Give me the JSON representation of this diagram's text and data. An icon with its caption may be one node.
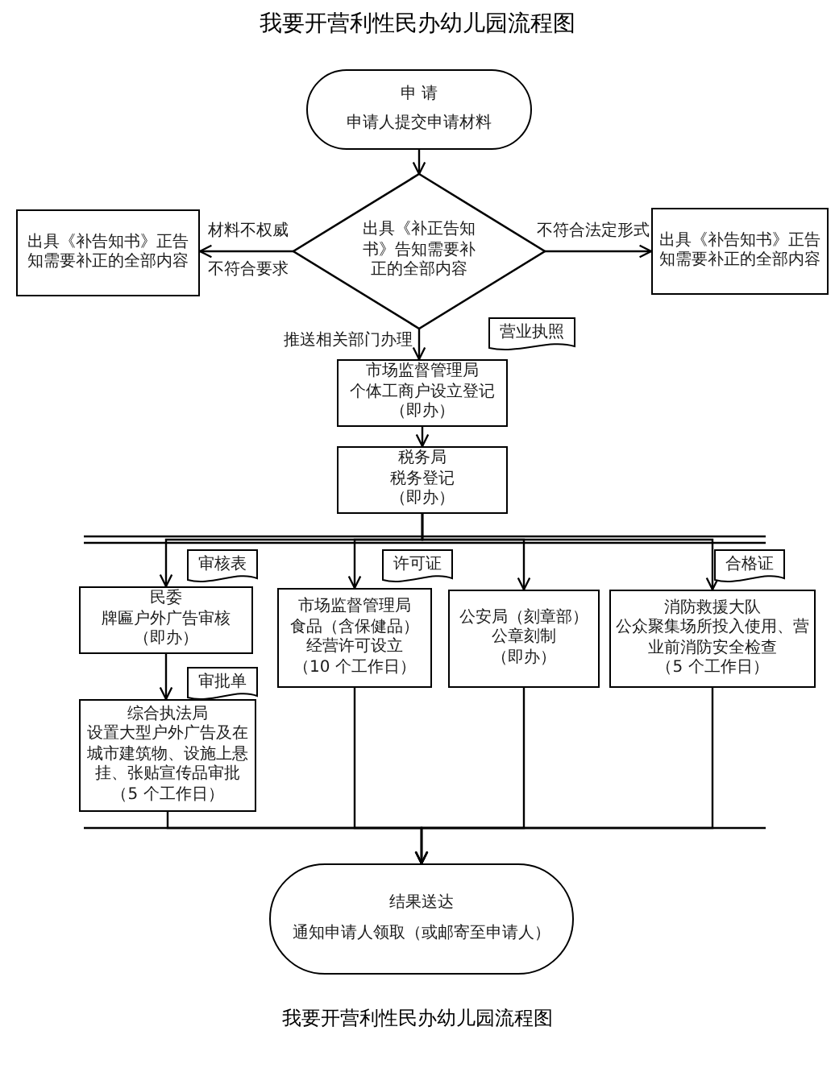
{
  "diagram": {
    "title": "我要开营利性民办幼儿园流程图",
    "caption": "我要开营利性民办幼儿园流程图",
    "nodes": [
      {
        "text": [
          "申 请",
          "申请人提交申请材料"
        ]
      },
      {
        "text": [
          "出具《补正告知书》告知需要补正的全部内容"
        ]
      },
      {
        "text": [
          "出具《补告知书》正告知需要补正的全部内容"
        ]
      },
      {
        "text": [
          "出具《补告知书》正告知需要补正的全部内容"
        ]
      },
      {
        "text": [
          "营业执照"
        ]
      },
      {
        "text": [
          "市场监督管理局",
          "个体工商户设立登记",
          "（即办）"
        ]
      },
      {
        "text": [
          "税务局",
          "税务登记",
          "（即办）"
        ]
      },
      {
        "text": [
          "审核表"
        ]
      },
      {
        "text": [
          "民委",
          "牌匾户外广告审核",
          "（即办）"
        ]
      },
      {
        "text": [
          "许可证"
        ]
      },
      {
        "text": [
          "市场监督管理局",
          "食品（含保健品）",
          "经营许可设立",
          "（10 个工作日）"
        ]
      },
      {
        "text": [
          "公安局（刻章部）",
          "公章刻制",
          "（即办）"
        ]
      },
      {
        "text": [
          "合格证"
        ]
      },
      {
        "text": [
          "消防救援大队",
          "公众聚集场所投入使用、营业前消防安全检查",
          "（5 个工作日）"
        ]
      },
      {
        "text": [
          "审批单"
        ]
      },
      {
        "text": [
          "综合执法局",
          "设置大型户外广告及在城市建筑物、设施上悬挂、张贴宣传品审批",
          "（5 个工作日）"
        ]
      },
      {
        "text": [
          "结果送达",
          "通知申请人领取（或邮寄至申请人）"
        ]
      }
    ],
    "edges": [
      {
        "from": 0,
        "to": 1,
        "arrow": "to"
      },
      {
        "from": 1,
        "to": 2,
        "arrow": "to",
        "label": "材料不权威不符合要求"
      },
      {
        "from": 1,
        "to": 3,
        "arrow": "to",
        "label": "不符合法定形式"
      },
      {
        "from": 1,
        "to": 5,
        "arrow": "to",
        "label": "推送相关部门办理"
      },
      {
        "from": 5,
        "to": 6,
        "arrow": "to"
      },
      {
        "from": 6,
        "to": 8,
        "arrow": "to"
      },
      {
        "from": 6,
        "to": 10,
        "arrow": "to"
      },
      {
        "from": 6,
        "to": 11,
        "arrow": "to"
      },
      {
        "from": 6,
        "to": 13,
        "arrow": "to"
      },
      {
        "from": 8,
        "to": 15,
        "arrow": "to"
      },
      {
        "from": 15,
        "to": 16,
        "arrow": "to"
      },
      {
        "from": 10,
        "to": 16,
        "arrow": "to"
      },
      {
        "from": 11,
        "to": 16,
        "arrow": "to"
      },
      {
        "from": 13,
        "to": 16,
        "arrow": "to"
      }
    ]
  }
}
